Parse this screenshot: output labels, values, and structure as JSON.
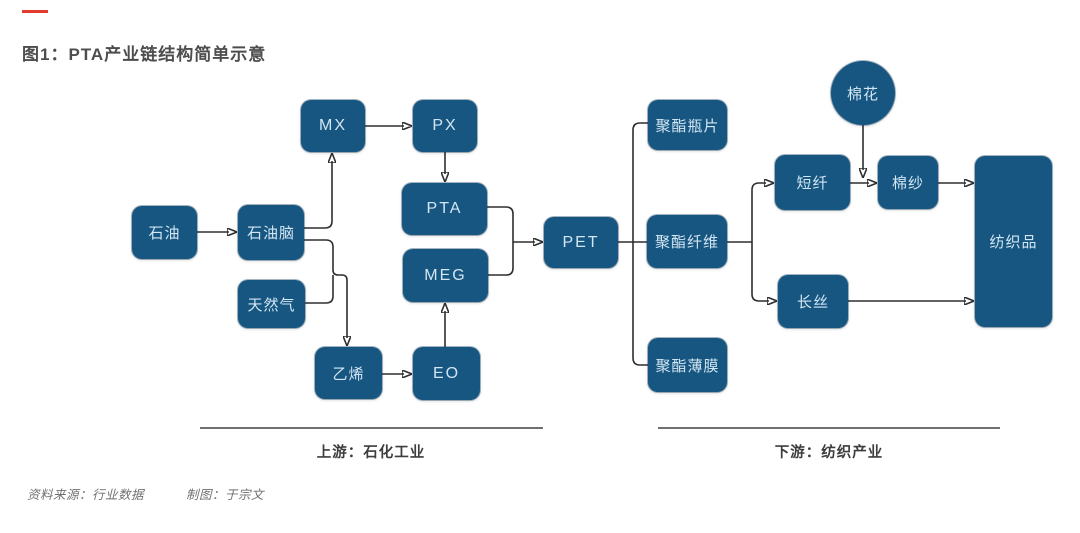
{
  "meta": {
    "title": "图1：PTA产业链结构简单示意",
    "accent_color": "#e23b2e",
    "box_color": "#165681",
    "box_text_color": "#d3e6f3",
    "line_color": "#2e2e2e"
  },
  "diagram": {
    "nodes": [
      {
        "id": "shiyou",
        "label": "石油",
        "shape": "rect"
      },
      {
        "id": "shiyounao",
        "label": "石油脑",
        "shape": "rect"
      },
      {
        "id": "tianranqi",
        "label": "天然气",
        "shape": "rect"
      },
      {
        "id": "mx",
        "label": "MX",
        "shape": "rect"
      },
      {
        "id": "px",
        "label": "PX",
        "shape": "rect"
      },
      {
        "id": "pta",
        "label": "PTA",
        "shape": "rect"
      },
      {
        "id": "meg",
        "label": "MEG",
        "shape": "rect"
      },
      {
        "id": "yixi",
        "label": "乙烯",
        "shape": "rect"
      },
      {
        "id": "eo",
        "label": "EO",
        "shape": "rect"
      },
      {
        "id": "pet",
        "label": "PET",
        "shape": "rect"
      },
      {
        "id": "juzhi-pingpian",
        "label": "聚酯瓶片",
        "shape": "rect"
      },
      {
        "id": "juzhi-xianwei",
        "label": "聚酯纤维",
        "shape": "rect"
      },
      {
        "id": "juzhi-baomo",
        "label": "聚酯薄膜",
        "shape": "rect"
      },
      {
        "id": "duanxian",
        "label": "短纤",
        "shape": "rect"
      },
      {
        "id": "miansha",
        "label": "棉纱",
        "shape": "rect"
      },
      {
        "id": "changsi",
        "label": "长丝",
        "shape": "rect"
      },
      {
        "id": "fangzhipin",
        "label": "纺织品",
        "shape": "rect"
      },
      {
        "id": "mianhua",
        "label": "棉花",
        "shape": "circle"
      }
    ],
    "edges": [
      "石油→石油脑",
      "石油脑→MX",
      "MX→PX",
      "PX→PTA",
      "石油脑→乙烯",
      "天然气→乙烯",
      "乙烯→EO",
      "EO→MEG",
      "PTA→PET",
      "MEG→PET",
      "PET→聚酯瓶片",
      "PET→聚酯纤维",
      "PET→聚酯薄膜",
      "聚酯纤维→短纤",
      "聚酯纤维→长丝",
      "棉花→棉纱",
      "短纤→棉纱",
      "棉纱→纺织品",
      "长丝→纺织品"
    ],
    "groups": [
      {
        "label": "上游：石化工业"
      },
      {
        "label": "下游：纺织产业"
      }
    ]
  },
  "footer": {
    "source": "资料来源：行业数据",
    "credit": "制图：于宗文"
  }
}
